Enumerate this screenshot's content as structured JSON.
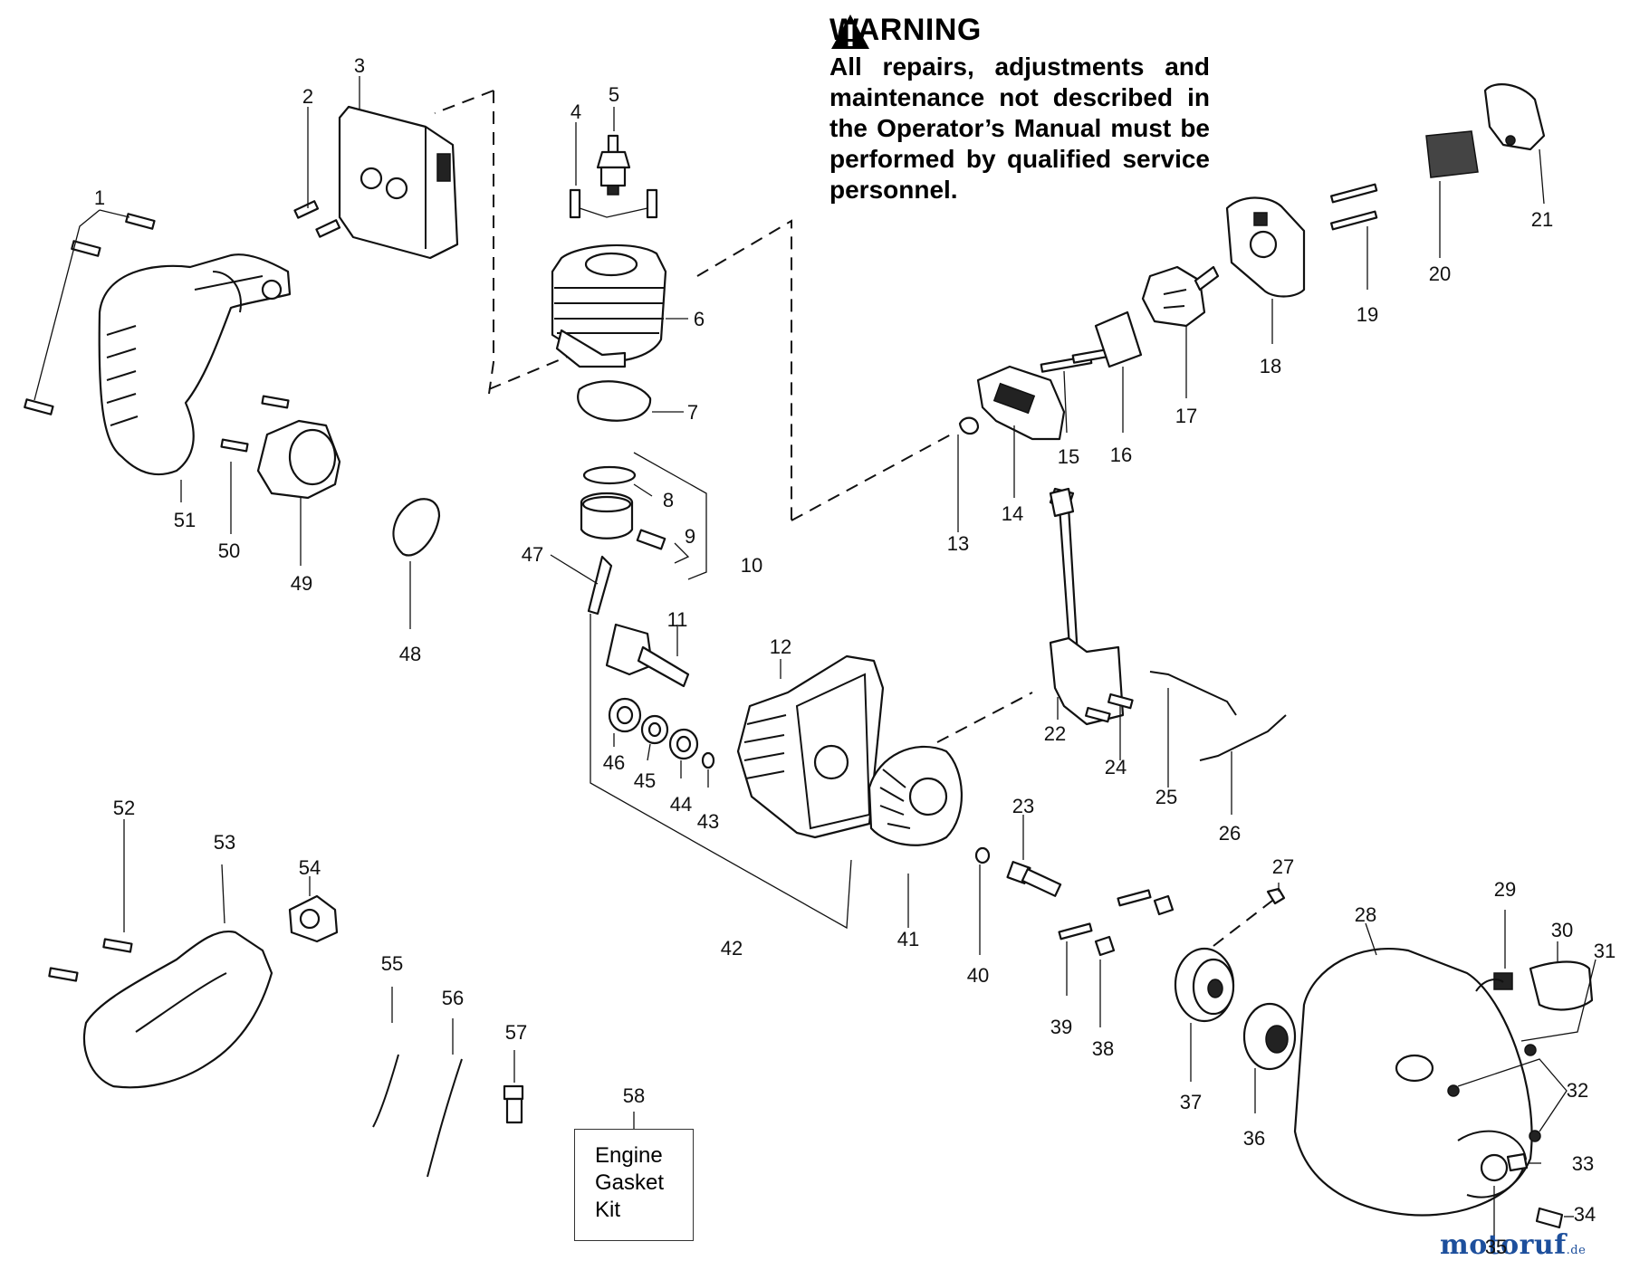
{
  "warning": {
    "heading": "WARNING",
    "text": "All repairs, adjustments and maintenance not described in the Operator’s Manual must be performed by qualified service personnel."
  },
  "kit_box": {
    "lines": [
      "Engine",
      "Gasket",
      "Kit"
    ]
  },
  "watermark": {
    "brand": "motoruf",
    "suffix": ".de"
  },
  "part_numbers": [
    "1",
    "2",
    "3",
    "4",
    "5",
    "6",
    "7",
    "8",
    "9",
    "10",
    "11",
    "12",
    "13",
    "14",
    "15",
    "16",
    "17",
    "18",
    "19",
    "20",
    "21",
    "22",
    "23",
    "24",
    "25",
    "26",
    "27",
    "28",
    "29",
    "30",
    "31",
    "32",
    "33",
    "34",
    "35",
    "36",
    "37",
    "38",
    "39",
    "40",
    "41",
    "42",
    "43",
    "44",
    "45",
    "46",
    "47",
    "48",
    "49",
    "50",
    "51",
    "52",
    "53",
    "54",
    "55",
    "56",
    "57",
    "58"
  ]
}
